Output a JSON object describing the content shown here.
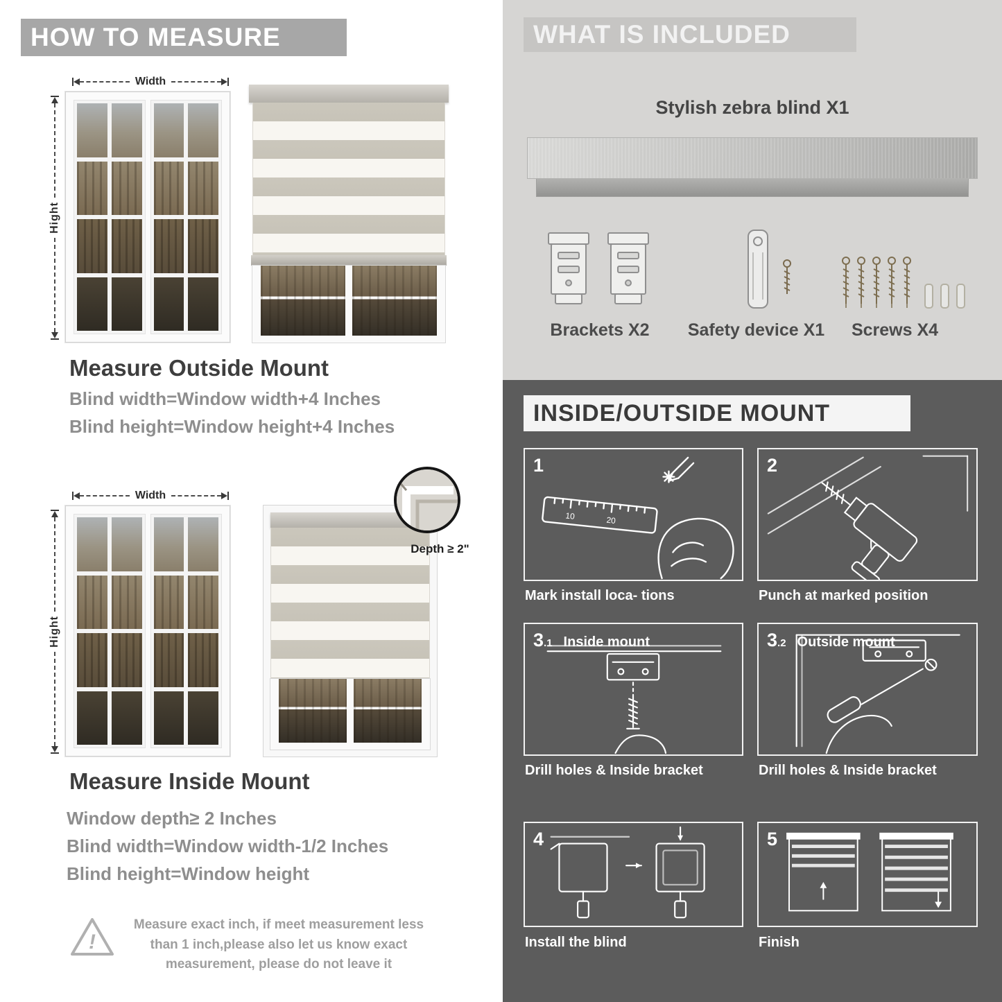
{
  "left": {
    "header": "HOW TO MEASURE",
    "outside_section": {
      "width_label": "Width",
      "height_label": "Hight",
      "title": "Measure Outside Mount",
      "formula1": "Blind width=Window width+4 Inches",
      "formula2": "Blind height=Window height+4 Inches"
    },
    "inside_section": {
      "width_label": "Width",
      "height_label": "Hight",
      "depth_label": "Depth ≥ 2\"",
      "title": "Measure Inside Mount",
      "formula1": "Window depth≥ 2 Inches",
      "formula2": "Blind width=Window width-1/2 Inches",
      "formula3": "Blind height=Window height"
    },
    "warning": {
      "mark": "!",
      "text": "Measure exact inch, if meet measurement less than 1 inch,please also let us know exact measurement, please do not leave it"
    }
  },
  "right": {
    "included": {
      "header": "WHAT IS INCLUDED",
      "product_label": "Stylish zebra blind X1",
      "brackets_label": "Brackets X2",
      "safety_label": "Safety device X1",
      "screws_label": "Screws X4"
    },
    "mount": {
      "header": "INSIDE/OUTSIDE MOUNT",
      "steps": [
        {
          "num": "1",
          "sub": "",
          "inner": "",
          "caption": "Mark install loca- tions"
        },
        {
          "num": "2",
          "sub": "",
          "inner": "",
          "caption": "Punch at marked position"
        },
        {
          "num": "3",
          "sub": ".1",
          "inner": "Inside mount",
          "caption": "Drill holes & Inside bracket"
        },
        {
          "num": "3",
          "sub": ".2",
          "inner": "Outside mount",
          "caption": "Drill holes & Inside bracket"
        },
        {
          "num": "4",
          "sub": "",
          "inner": "",
          "caption": "Install the blind"
        },
        {
          "num": "5",
          "sub": "",
          "inner": "",
          "caption": "Finish"
        }
      ]
    }
  },
  "colors": {
    "header_gray": "#a7a7a7",
    "light_panel": "#d6d5d3",
    "dark_panel": "#5c5c5c",
    "text_dark": "#3e3e3e",
    "text_gray": "#8e8e8e"
  }
}
